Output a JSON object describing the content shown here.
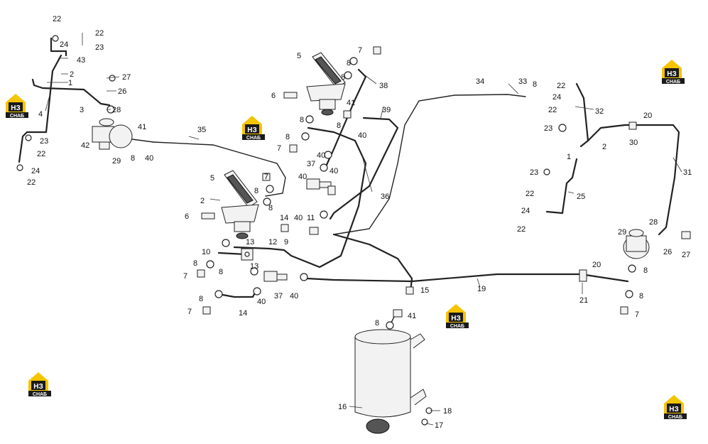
{
  "logo": {
    "mark": "НЗ",
    "caption": "СНАБ",
    "color_yellow": "#f5c400",
    "color_dark": "#1a1a1a",
    "color_white": "#ffffff"
  },
  "callouts": [
    "22",
    "24",
    "43",
    "23",
    "22",
    "2",
    "1",
    "3",
    "4",
    "23",
    "22",
    "24",
    "22",
    "27",
    "26",
    "28",
    "41",
    "29",
    "42",
    "8",
    "40",
    "35",
    "5",
    "7",
    "8",
    "8",
    "38",
    "6",
    "41",
    "8",
    "8",
    "8",
    "7",
    "40",
    "39",
    "37",
    "40",
    "40",
    "36",
    "40",
    "5",
    "7",
    "2",
    "8",
    "8",
    "6",
    "14",
    "40",
    "11",
    "9",
    "13",
    "12",
    "10",
    "8",
    "7",
    "8",
    "13",
    "8",
    "7",
    "14",
    "40",
    "37",
    "40",
    "15",
    "41",
    "8",
    "34",
    "33",
    "8",
    "22",
    "24",
    "22",
    "32",
    "23",
    "1",
    "2",
    "23",
    "22",
    "25",
    "24",
    "22",
    "20",
    "30",
    "31",
    "29",
    "28",
    "26",
    "27",
    "20",
    "8",
    "19",
    "21",
    "8",
    "7",
    "16",
    "18",
    "17"
  ]
}
